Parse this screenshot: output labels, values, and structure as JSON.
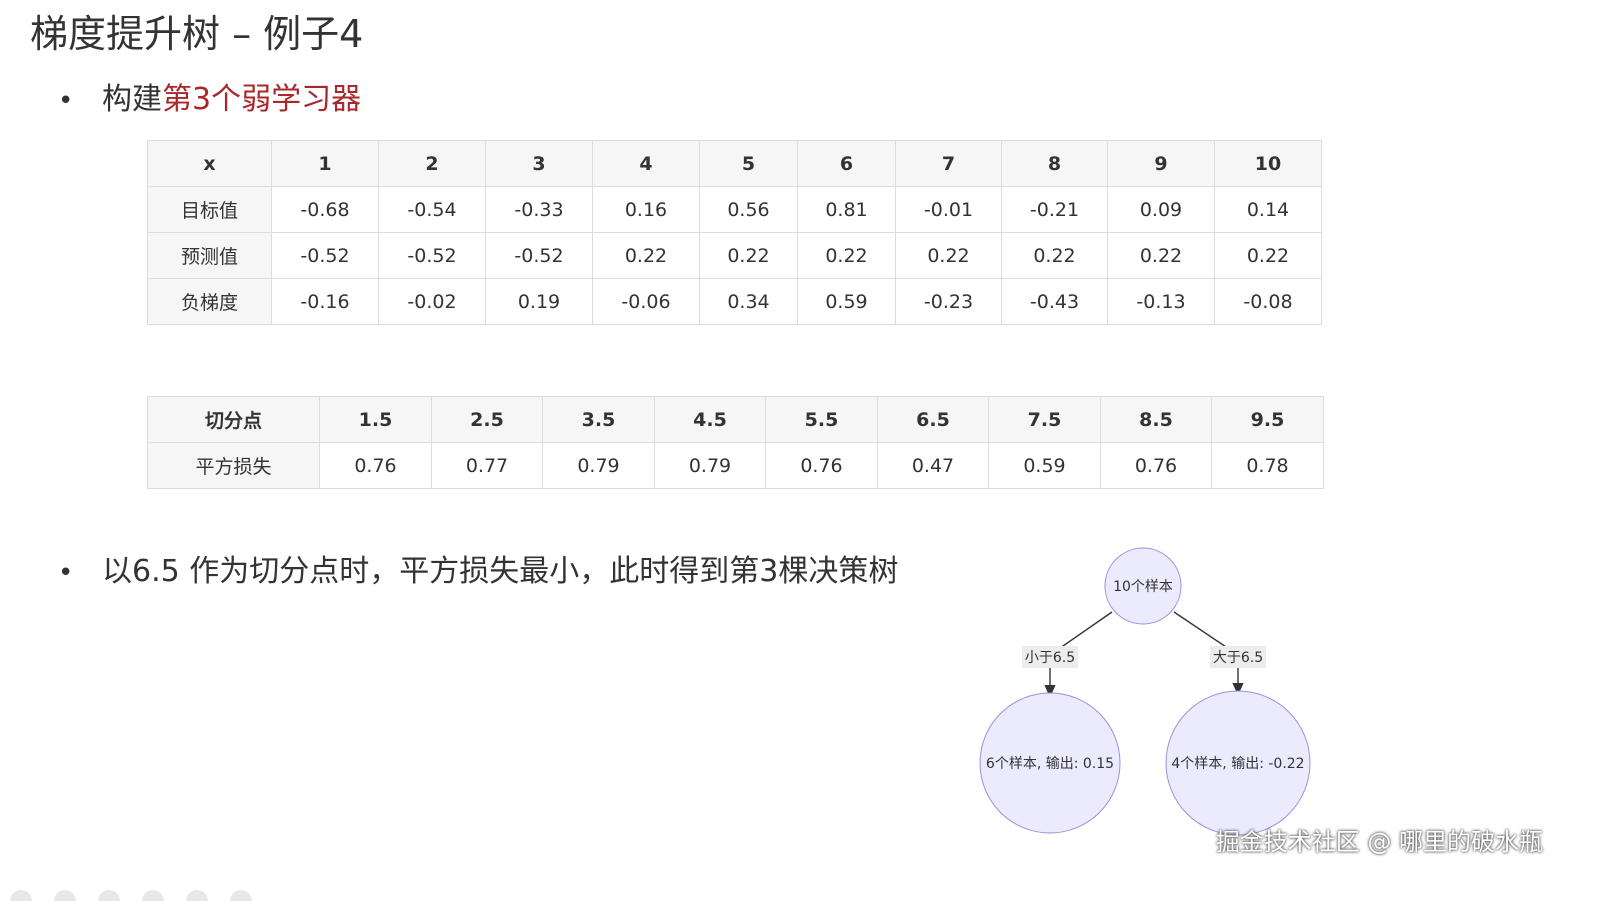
{
  "title": "梯度提升树 – 例子4",
  "bullet1": {
    "prefix": "构建",
    "highlight": "第3个弱学习器"
  },
  "table1": {
    "header": [
      "x",
      "1",
      "2",
      "3",
      "4",
      "5",
      "6",
      "7",
      "8",
      "9",
      "10"
    ],
    "rows": [
      [
        "目标值",
        "-0.68",
        "-0.54",
        "-0.33",
        "0.16",
        "0.56",
        "0.81",
        "-0.01",
        "-0.21",
        "0.09",
        "0.14"
      ],
      [
        "预测值",
        "-0.52",
        "-0.52",
        "-0.52",
        "0.22",
        "0.22",
        "0.22",
        "0.22",
        "0.22",
        "0.22",
        "0.22"
      ],
      [
        "负梯度",
        "-0.16",
        "-0.02",
        "0.19",
        "-0.06",
        "0.34",
        "0.59",
        "-0.23",
        "-0.43",
        "-0.13",
        "-0.08"
      ]
    ]
  },
  "table2": {
    "header": [
      "切分点",
      "1.5",
      "2.5",
      "3.5",
      "4.5",
      "5.5",
      "6.5",
      "7.5",
      "8.5",
      "9.5"
    ],
    "rows": [
      [
        "平方损失",
        "0.76",
        "0.77",
        "0.79",
        "0.79",
        "0.76",
        "0.47",
        "0.59",
        "0.76",
        "0.78"
      ]
    ]
  },
  "bullet2": "以6.5 作为切分点时，平方损失最小，此时得到第3棵决策树",
  "tree": {
    "root": "10个样本",
    "left_edge": "小于6.5",
    "right_edge": "大于6.5",
    "left_leaf": "6个样本, 输出: 0.15",
    "right_leaf": "4个样本, 输出: -0.22",
    "node_fill": "#ecebfd",
    "node_stroke": "#9b8fdc"
  },
  "watermark": "掘金技术社区 @ 哪里的破水瓶",
  "colors": {
    "accent": "#a8292b",
    "text": "#333333",
    "table_border": "#dcdcdc",
    "table_header_bg": "#f6f6f6"
  }
}
